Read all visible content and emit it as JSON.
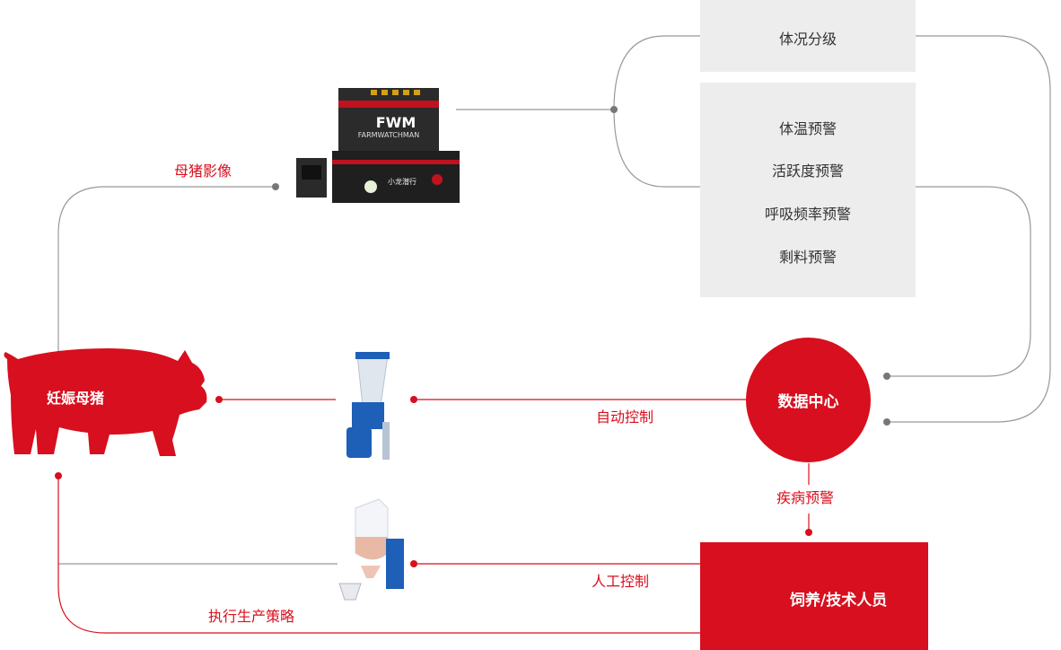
{
  "sow": {
    "label": "妊娠母猪"
  },
  "camera": {
    "brand_text": "FARMWATCHMAN",
    "logo_text": "FWM",
    "chinese_brand": "小龙潜行"
  },
  "labels": {
    "sow_image": "母猪影像",
    "auto_control": "自动控制",
    "disease_warning": "疾病预警",
    "manual_control": "人工控制",
    "execute_strategy": "执行生产策略"
  },
  "panel_top": {
    "item": "体况分级"
  },
  "panel_alerts": {
    "items": [
      "体温预警",
      "活跃度预警",
      "呼吸频率预警",
      "剩料预警"
    ]
  },
  "data_center": {
    "label": "数据中心"
  },
  "staff": {
    "label": "饲养/技术人员"
  },
  "colors": {
    "accent": "#d80f1e",
    "line_gray": "#999999",
    "panel_bg": "#ededed"
  }
}
